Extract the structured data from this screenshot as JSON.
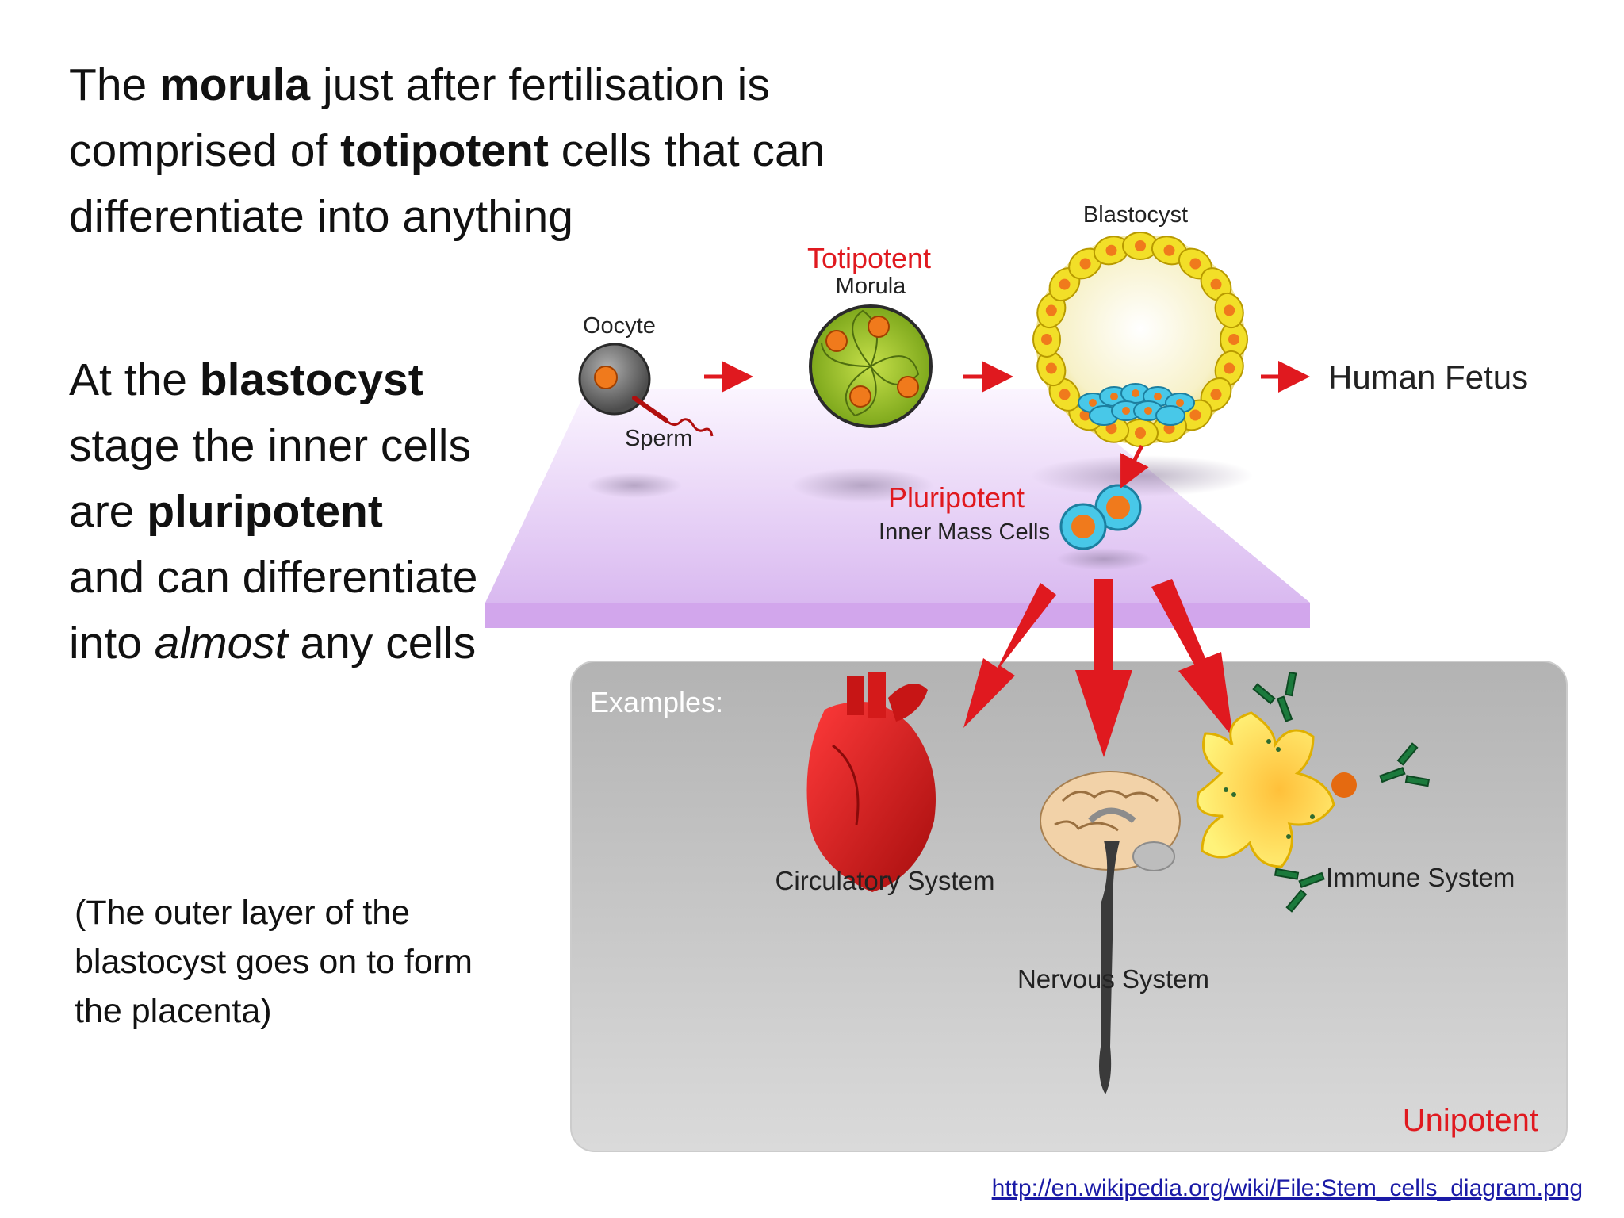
{
  "text": {
    "p1": [
      {
        "t": "The ",
        "b": false
      },
      {
        "t": "morula",
        "b": true
      },
      {
        "t": " just after fertilisation is comprised of ",
        "b": false
      },
      {
        "t": "totipotent",
        "b": true
      },
      {
        "t": " cells that can differentiate into anything",
        "b": false
      }
    ],
    "p2": [
      {
        "t": "At the ",
        "b": false,
        "i": false
      },
      {
        "t": "blastocyst",
        "b": true,
        "i": false
      },
      {
        "t": " stage the inner cells are ",
        "b": false,
        "i": false
      },
      {
        "t": "pluripotent",
        "b": true,
        "i": false
      },
      {
        "t": "  and can differentiate into ",
        "b": false,
        "i": false
      },
      {
        "t": "almost",
        "b": false,
        "i": true
      },
      {
        "t": " any cells",
        "b": false,
        "i": false
      }
    ],
    "p3": "(The outer layer of the blastocyst goes on to form the placenta)",
    "source": "http://en.wikipedia.org/wiki/File:Stem_cells_diagram.png"
  },
  "diagram": {
    "oocyte": "Oocyte",
    "sperm": "Sperm",
    "totipotent": "Totipotent",
    "morula": "Morula",
    "blastocyst": "Blastocyst",
    "human_fetus": "Human Fetus",
    "pluripotent": "Pluripotent",
    "inner_mass": "Inner Mass Cells",
    "examples": "Examples:",
    "circulatory": "Circulatory System",
    "nervous": "Nervous System",
    "immune": "Immune System",
    "unipotent": "Unipotent"
  },
  "colors": {
    "accent_red": "#e0191f",
    "platform": "#dcc2f0",
    "panel_gray": "#bdbdbd",
    "cell_yellow": "#f2df28",
    "nucleus_orange": "#f07a1c",
    "inner_cell_blue": "#48c8e8"
  }
}
